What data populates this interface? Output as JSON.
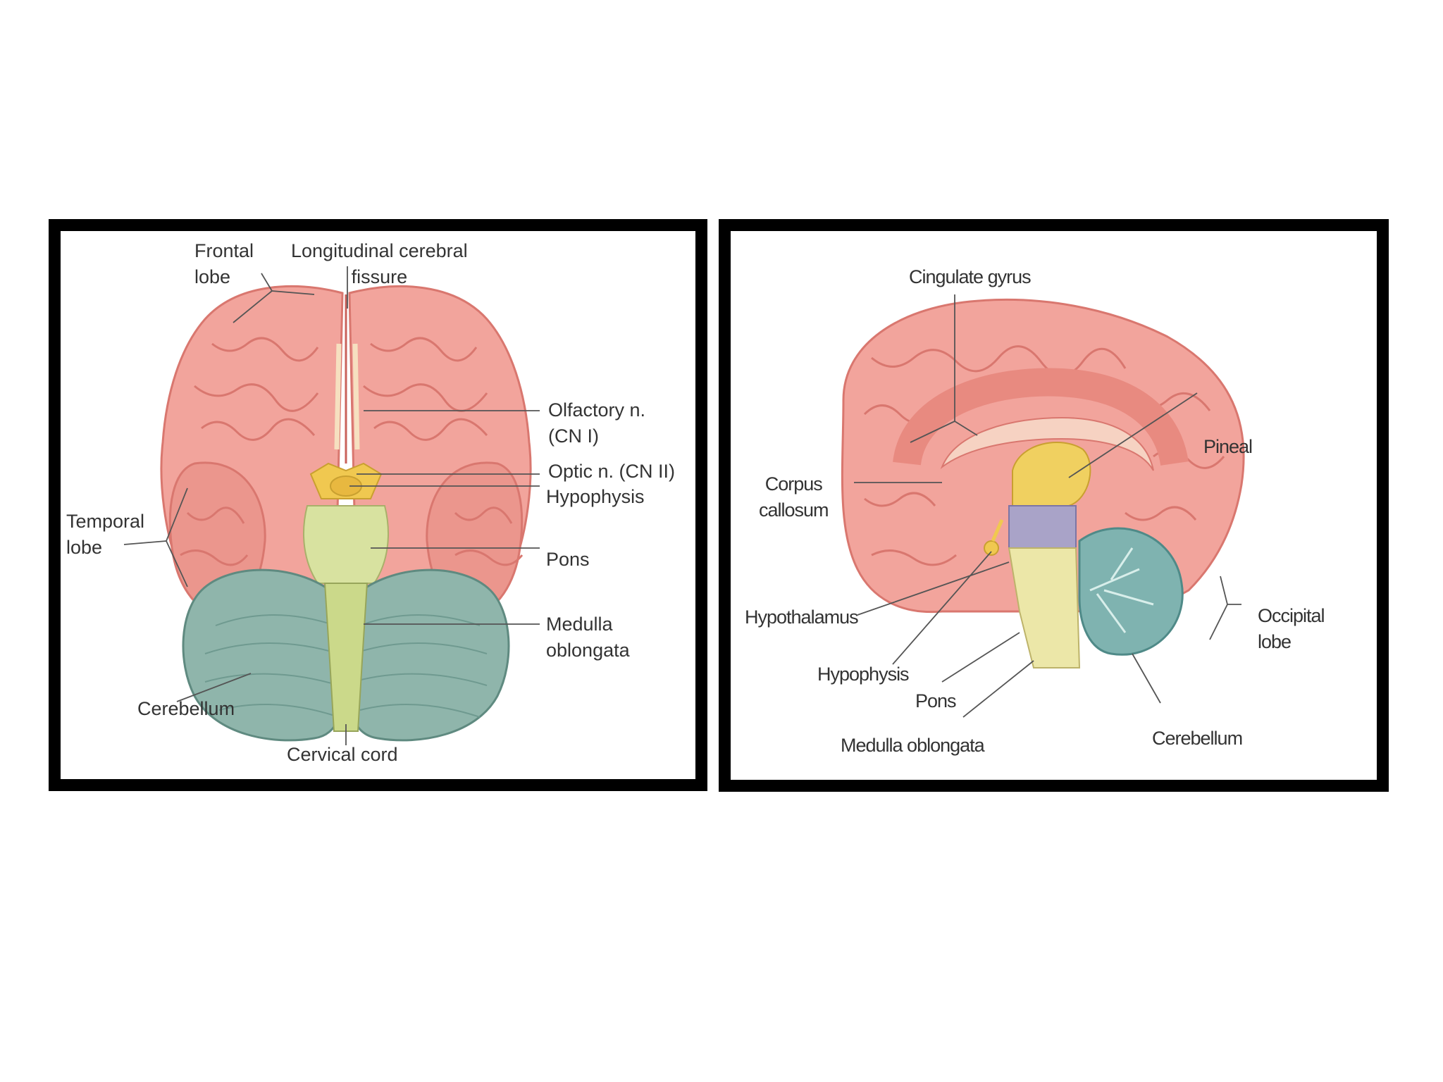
{
  "left_panel": {
    "labels": {
      "frontal_lobe": "Frontal\nlobe",
      "longitudinal_fissure": "Longitudinal cerebral\nfissure",
      "olfactory_nerve": "Olfactory n.\n(CN I)",
      "optic_nerve": "Optic n. (CN II)",
      "hypophysis": "Hypophysis",
      "temporal_lobe": "Temporal\nlobe",
      "pons": "Pons",
      "medulla_oblongata": "Medulla\noblongata",
      "cerebellum": "Cerebellum",
      "cervical_cord": "Cervical cord"
    }
  },
  "right_panel": {
    "labels": {
      "cingulate_gyrus": "Cingulate gyrus",
      "pineal": "Pineal",
      "corpus_callosum": "Corpus\ncallosum",
      "hypothalamus": "Hypothalamus",
      "occipital_lobe": "Occipital\nlobe",
      "hypophysis": "Hypophysis",
      "pons": "Pons",
      "medulla_oblongata": "Medulla oblongata",
      "cerebellum": "Cerebellum"
    }
  },
  "colors": {
    "cortex": "#f2a49c",
    "cortex_shadow": "#d9776f",
    "cerebellum": "#8fb5ab",
    "brainstem": "#d8e2a0",
    "hypophysis": "#f0c850",
    "midbrain": "#a9a3c8",
    "leader": "#555555"
  }
}
